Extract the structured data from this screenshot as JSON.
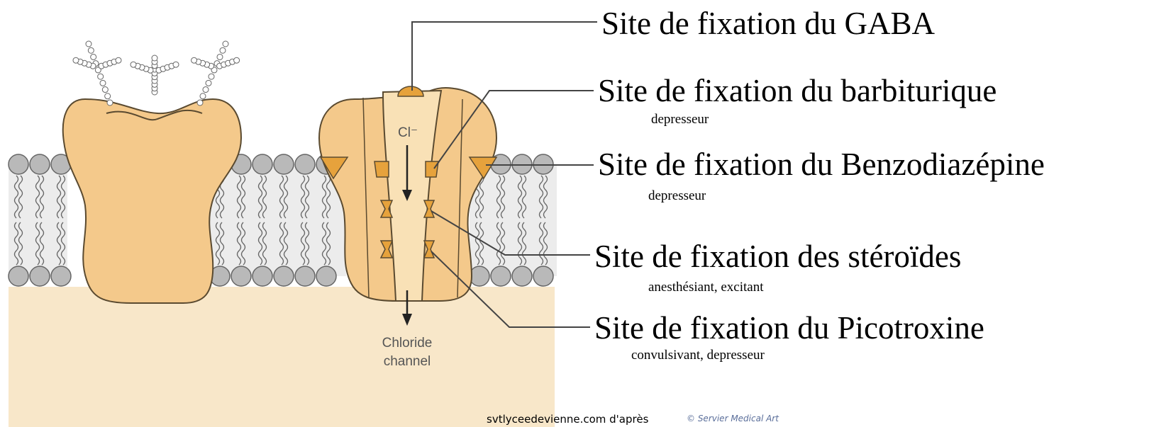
{
  "labels": [
    {
      "title": "Site de fixation du GABA",
      "subtitle": ""
    },
    {
      "title": "Site de fixation du barbiturique",
      "subtitle": "depresseur"
    },
    {
      "title": "Site de fixation du Benzodiazépine",
      "subtitle": "depresseur"
    },
    {
      "title": "Site de fixation des stéroïdes",
      "subtitle": "anesthésiant, excitant"
    },
    {
      "title": "Site de fixation du Picotroxine",
      "subtitle": "convulsivant, depresseur"
    }
  ],
  "channel": {
    "ion_label": "Cl⁻",
    "name_line1": "Chloride",
    "name_line2": "channel"
  },
  "credit": {
    "text": "svtlyceedevienne.com d'après",
    "copyright": "© Servier Medical Art"
  },
  "colors": {
    "protein": "#f4c98b",
    "protein_inner": "#f9e1b6",
    "site": "#e6a23c",
    "membrane_head": "#b9b9b9",
    "cytoplasm": "#f8e7c9",
    "leader_line": "#444444"
  }
}
